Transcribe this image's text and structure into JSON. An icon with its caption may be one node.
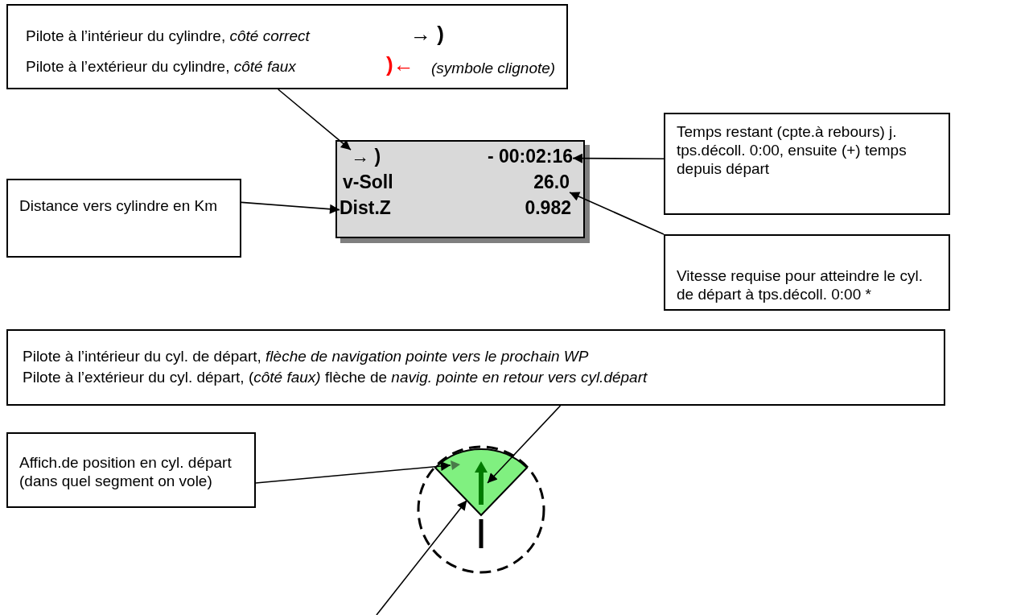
{
  "diagram": {
    "nodes": [
      {
        "text": [
          "Pilote à l’intérieur du cylindre, *côté correct*",
          "→ **)**",
          "Pilote à l’extérieur du cylindre, *côté faux*",
          "**)**←",
          "(symbole clignote)"
        ]
      },
      {
        "text": [],
        "shape": "box"
      },
      {
        "text": [
          "→ )"
        ],
        "in": 1
      },
      {
        "text": [
          "- 00:02:16"
        ],
        "in": 1
      },
      {
        "text": [
          "v-Soll"
        ],
        "in": 1
      },
      {
        "text": [
          "26.0"
        ],
        "in": 1
      },
      {
        "text": [
          "Dist.Z"
        ],
        "in": 1
      },
      {
        "text": [
          "0.982"
        ],
        "in": 1
      },
      {
        "text": [
          "Temps restant (cpte.à rebours) j. tps.décoll. 0:00, ensuite (+) temps depuis départ"
        ]
      },
      {
        "text": [
          "Distance vers cylindre en Km"
        ]
      },
      {
        "text": [
          "Vitesse requise pour atteindre le cyl. de départ à tps.décoll. 0:00 *"
        ]
      },
      {
        "text": [
          "Pilote à l’intérieur du cyl. de départ, *flèche de navigation pointe vers le prochain WP*",
          "Pilote à l’extérieur du cyl. départ, (*côté faux)* flèche de *navig. pointe en retour vers cyl.départ*"
        ]
      },
      {
        "text": [
          "Affich.de position en cyl. départ (dans quel segment on vole)"
        ]
      },
      {
        "text": [],
        "shape": "circle"
      },
      {
        "text": [],
        "shape": "picture",
        "in": 13
      },
      {
        "text": [],
        "shape": "picture",
        "in": 14
      },
      {
        "text": [],
        "shape": "triangle",
        "in": 14
      }
    ],
    "edges": [
      {
        "from": 0,
        "to": 2,
        "arrow": "to"
      },
      {
        "from": 8,
        "to": 3,
        "arrow": "to"
      },
      {
        "from": 9,
        "to": 6,
        "arrow": "to"
      },
      {
        "from": 10,
        "to": 5,
        "arrow": "to"
      },
      {
        "from": 11,
        "to": 15,
        "arrow": "to"
      },
      {
        "from": 12,
        "to": 16,
        "arrow": "to"
      },
      {
        "from": null,
        "to": 14,
        "arrow": "to"
      }
    ]
  }
}
